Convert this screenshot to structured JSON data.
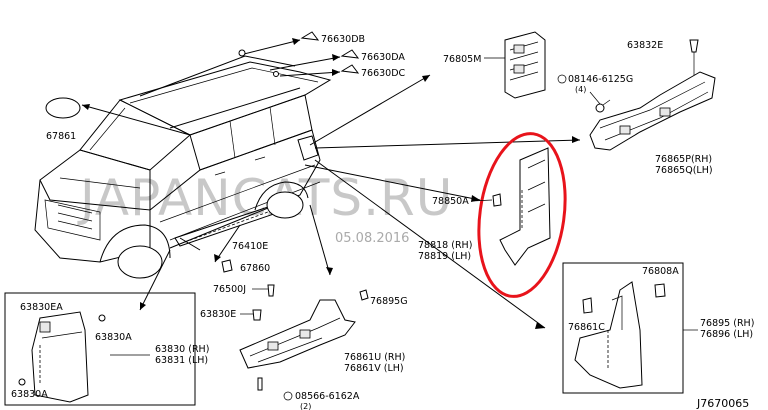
{
  "diagram": {
    "watermark": "JAPANCATS.RU",
    "watermark_date": "05.08.2016",
    "ref_code": "J7670065",
    "highlight_color": "#e8131b",
    "labels": {
      "p76630DB": "76630DB",
      "p76630DA": "76630DA",
      "p76630DC": "76630DC",
      "p67861": "67861",
      "p76805M": "76805M",
      "p63832E": "63832E",
      "p08146": "08146-6125G",
      "p08146_qty": "(4)",
      "p76865P": "76865P(RH)",
      "p76865Q": "76865Q(LH)",
      "p78850A": "78850A",
      "p78818": "78818 (RH)",
      "p78819": "78819 (LH)",
      "p76410E": "76410E",
      "p67860": "67860",
      "p76500J": "76500J",
      "p76895G": "76895G",
      "p63830E": "63830E",
      "p76861U": "76861U (RH)",
      "p76861V": "76861V (LH)",
      "p08566": "08566-6162A",
      "p08566_qty": "(2)",
      "p63830EA": "63830EA",
      "p63830A_1": "63830A",
      "p63830A_2": "63830A",
      "p63830": "63830 (RH)",
      "p63831": "63831 (LH)",
      "p76808A": "76808A",
      "p76861C": "76861C",
      "p76895": "76895 (RH)",
      "p76896": "76896 (LH)"
    }
  }
}
